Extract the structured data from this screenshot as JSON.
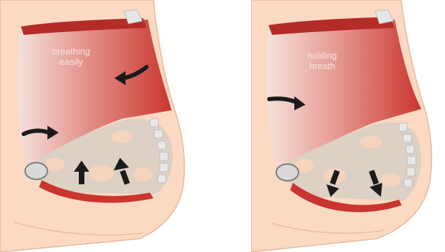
{
  "panels": [
    {
      "label_line1": "breathing",
      "label_line2": "easily",
      "arrow_direction": "up"
    },
    {
      "label_line1": "holding",
      "label_line2": "breath",
      "arrow_direction": "down"
    }
  ],
  "colors": {
    "skin": "#fbd9c3",
    "skin_outline": "#e8b89a",
    "muscle_dark": "#c9362f",
    "muscle_light": "#f4ddd6",
    "cavity": "#ddd0c4",
    "organ": "#f5d4bd",
    "spine": "#e7e7e7",
    "arrow": "#1b1b1b",
    "label_text": "#f7e3dc"
  }
}
